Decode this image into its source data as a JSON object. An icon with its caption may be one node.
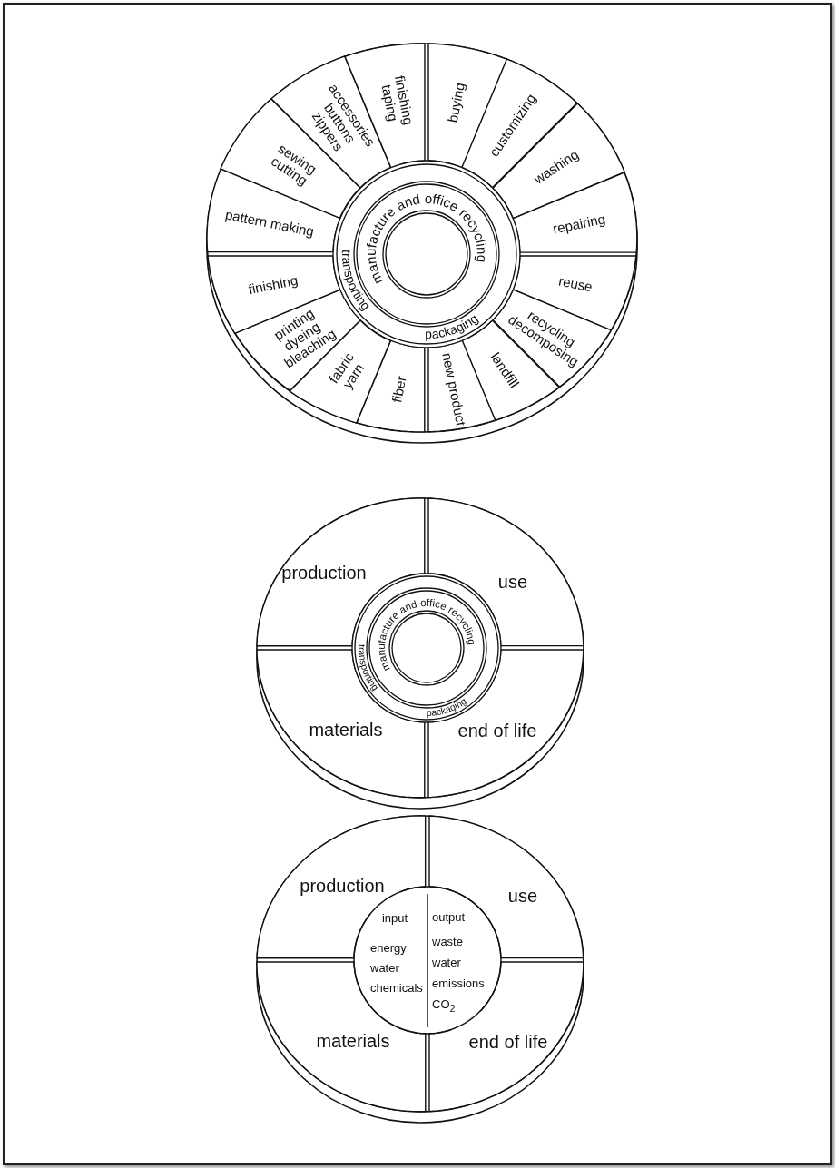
{
  "diagram": {
    "nodes": [
      {
        "text": [],
        "shape": "circle"
      },
      {
        "text": [
          "buying"
        ],
        "in": 0
      },
      {
        "text": [
          "customizing"
        ],
        "in": 0
      },
      {
        "text": [
          "washing"
        ],
        "in": 0
      },
      {
        "text": [
          "repairing"
        ],
        "in": 0
      },
      {
        "text": [
          "reuse"
        ],
        "in": 0
      },
      {
        "text": [
          "recycling decomposing"
        ],
        "in": 0
      },
      {
        "text": [
          "landfill"
        ],
        "in": 0
      },
      {
        "text": [
          "new product"
        ],
        "in": 0
      },
      {
        "text": [
          "fiber"
        ],
        "in": 0
      },
      {
        "text": [
          "fabric yarn"
        ],
        "in": 0
      },
      {
        "text": [
          "printing dyeing bleaching"
        ],
        "in": 0
      },
      {
        "text": [
          "finishing"
        ],
        "in": 0
      },
      {
        "text": [
          "pattern making"
        ],
        "in": 0
      },
      {
        "text": [
          "sewing cutting"
        ],
        "in": 0
      },
      {
        "text": [
          "accessories buttons zippers"
        ],
        "in": 0
      },
      {
        "text": [
          "finishing taping"
        ],
        "in": 0
      },
      {
        "text": [
          "transporting",
          "packaging"
        ],
        "in": 0
      },
      {
        "text": [
          "manufacture and office recycling"
        ],
        "in": 17
      },
      {
        "text": [],
        "shape": "circle"
      },
      {
        "text": [
          "production"
        ],
        "in": 19
      },
      {
        "text": [
          "use"
        ],
        "in": 19
      },
      {
        "text": [
          "materials"
        ],
        "in": 19
      },
      {
        "text": [
          "end of life"
        ],
        "in": 19
      },
      {
        "text": [
          "transporting",
          "packaging"
        ],
        "in": 19
      },
      {
        "text": [
          "manufacture and office recycling"
        ],
        "in": 24
      },
      {
        "text": [],
        "shape": "circle"
      },
      {
        "text": [
          "production"
        ],
        "in": 26
      },
      {
        "text": [
          "use"
        ],
        "in": 26
      },
      {
        "text": [
          "materials"
        ],
        "in": 26
      },
      {
        "text": [
          "end of life"
        ],
        "in": 26
      },
      {
        "text": [
          "input",
          "energy water chemicals",
          "output",
          "waste water emissions CO$_{2}$"
        ],
        "in": 26
      }
    ]
  }
}
